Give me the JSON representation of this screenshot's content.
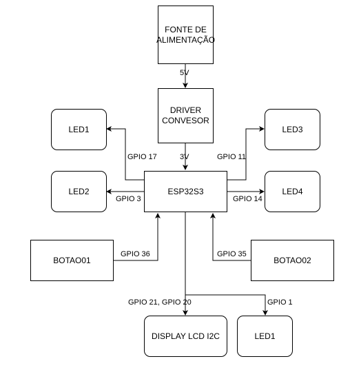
{
  "blocks": {
    "power_supply": "FONTE DE\nALIMENTAÇÃO",
    "converter_driver": "DRIVER\nCONVESOR",
    "mcu": "ESP32S3",
    "led1_top": "LED1",
    "led2": "LED2",
    "led3": "LED3",
    "led4": "LED4",
    "button_01": "BOTAO01",
    "button_02": "BOTAO02",
    "lcd_display": "DISPLAY LCD I2C",
    "led1_bottom": "LED1"
  },
  "connections": {
    "supply_to_driver": "5V",
    "driver_to_mcu": "3V",
    "led1_pin": "GPIO 17",
    "led2_pin": "GPIO 3",
    "led3_pin": "GPIO 11",
    "led4_pin": "GPIO 14",
    "button01_pin": "GPIO 36",
    "button02_pin": "GPIO 35",
    "lcd_pins": "GPIO 21, GPIO 20",
    "led1_bottom_pin": "GPIO 1"
  },
  "colors": {
    "line": "#000000",
    "fill": "#ffffff"
  }
}
